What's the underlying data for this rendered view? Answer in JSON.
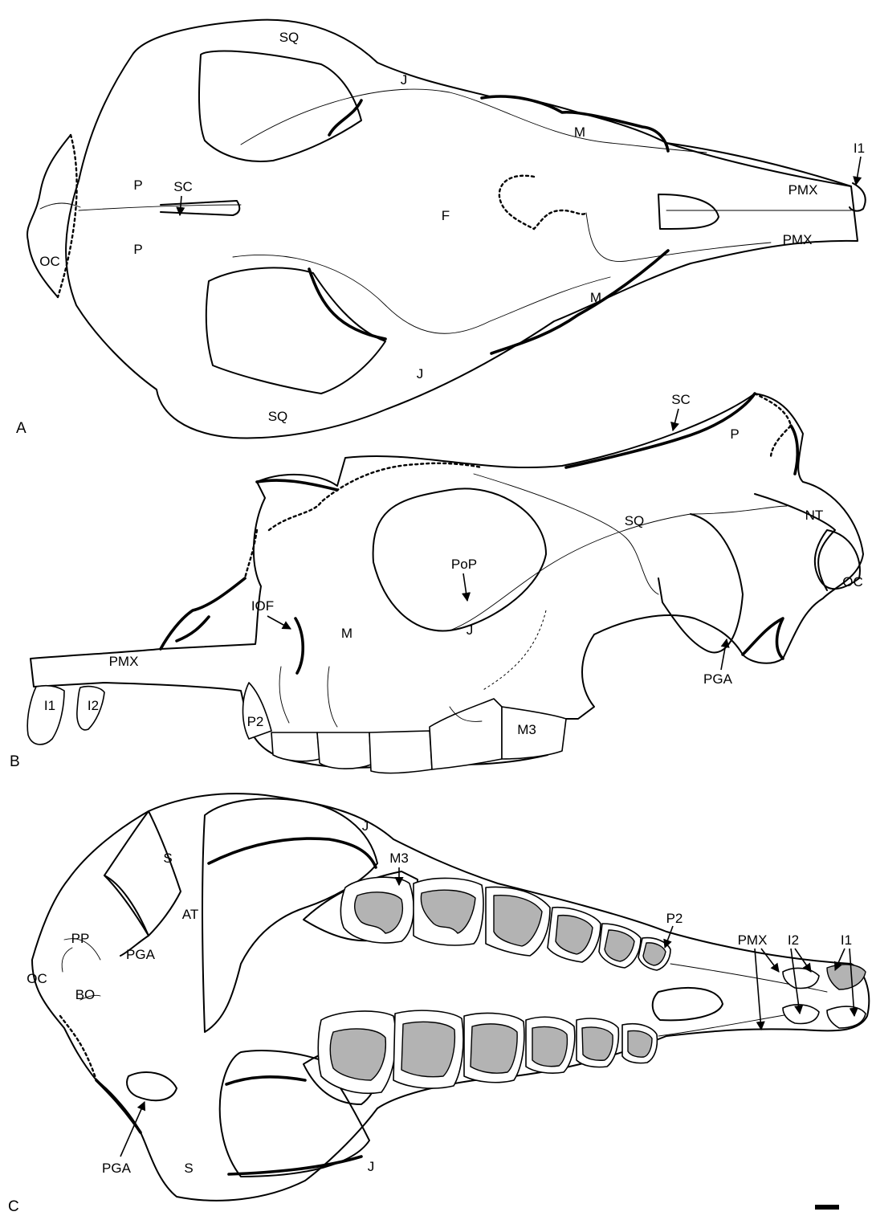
{
  "panels": [
    {
      "letter": "A",
      "labels": [
        "SQ",
        "J",
        "M",
        "I1",
        "P",
        "SC",
        "PMX",
        "PMX",
        "F",
        "P",
        "OC",
        "M",
        "J",
        "SQ"
      ]
    },
    {
      "letter": "B",
      "labels": [
        "SC",
        "P",
        "NT",
        "SQ",
        "PoP",
        "OC",
        "IOF",
        "M",
        "J",
        "PMX",
        "PGA",
        "I1",
        "I2",
        "P2",
        "M3"
      ]
    },
    {
      "letter": "C",
      "labels": [
        "J",
        "S",
        "M3",
        "AT",
        "P2",
        "PMX",
        "I2",
        "I1",
        "PP",
        "PGA",
        "OC",
        "BO",
        "PGA",
        "S",
        "J"
      ]
    }
  ],
  "colors": {
    "line": "#000000",
    "enamel": "#b3b3b3",
    "background": "#ffffff"
  },
  "scale_bar": "scale-bar"
}
